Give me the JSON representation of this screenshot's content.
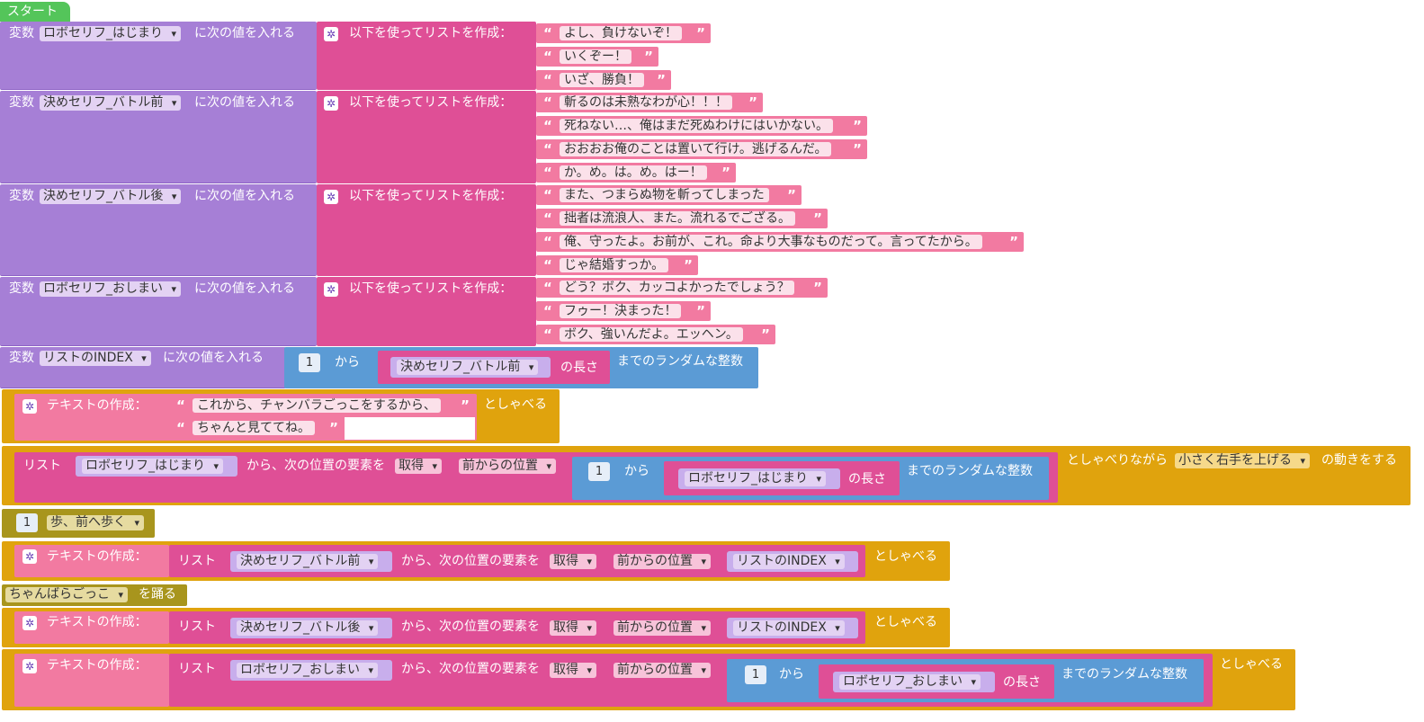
{
  "start": "スタート",
  "labels": {
    "variable": "変数",
    "set_value": "に次の値を入れる",
    "make_list": "以下を使ってリストを作成：",
    "from": "から",
    "length_of": "の長さ",
    "random_int": "までのランダムな整数",
    "make_text": "テキストの作成：",
    "say": "としゃべる",
    "list": "リスト",
    "from_get": "から、次の位置の要素を",
    "say_while": "としゃべりながら",
    "do_motion": "の動きをする",
    "steps_forward": "歩、前へ歩く",
    "dance": "を踊る"
  },
  "vars": {
    "v1": "ロボセリフ_はじまり",
    "v2": "決めセリフ_バトル前",
    "v3": "決めセリフ_バトル後",
    "v4": "ロボセリフ_おしまい",
    "v5": "リストのINDEX"
  },
  "options": {
    "get": "取得",
    "from_start": "前からの位置",
    "motion": "小さく右手を上げる",
    "dance": "ちゃんばらごっこ"
  },
  "numbers": {
    "one": "1"
  },
  "strings": {
    "s1": [
      "よし、負けないぞ！",
      "いくぞー！",
      "いざ、勝負！"
    ],
    "s2": [
      "斬るのは未熟なわが心！！！",
      "死ねない…、俺はまだ死ぬわけにはいかない。",
      "おおおお俺のことは置いて行け。逃げるんだ。",
      "か。め。は。め。はー！"
    ],
    "s3": [
      "また、つまらぬ物を斬ってしまった",
      "拙者は流浪人、また。流れるでござる。",
      "俺、守ったよ。お前が、これ。命より大事なものだって。言ってたから。",
      "じゃ結婚すっか。"
    ],
    "s4": [
      "どう？ボク、カッコよかったでしょう？",
      "フゥー！決まった！",
      "ボク、強いんだよ。エッヘン。"
    ],
    "intro": [
      "これから、チャンバラごっこをするから、",
      "ちゃんと見ててね。"
    ]
  },
  "quote_open": "“",
  "quote_close": "”",
  "gear_icon": "gear-icon",
  "colors": {
    "purple": "#a67fd6",
    "pink": "#df4f96",
    "light_pink": "#f2779f",
    "blue": "#5b9bd5",
    "gold": "#e0a30d",
    "olive": "#a8951d",
    "green": "#54c55a"
  }
}
